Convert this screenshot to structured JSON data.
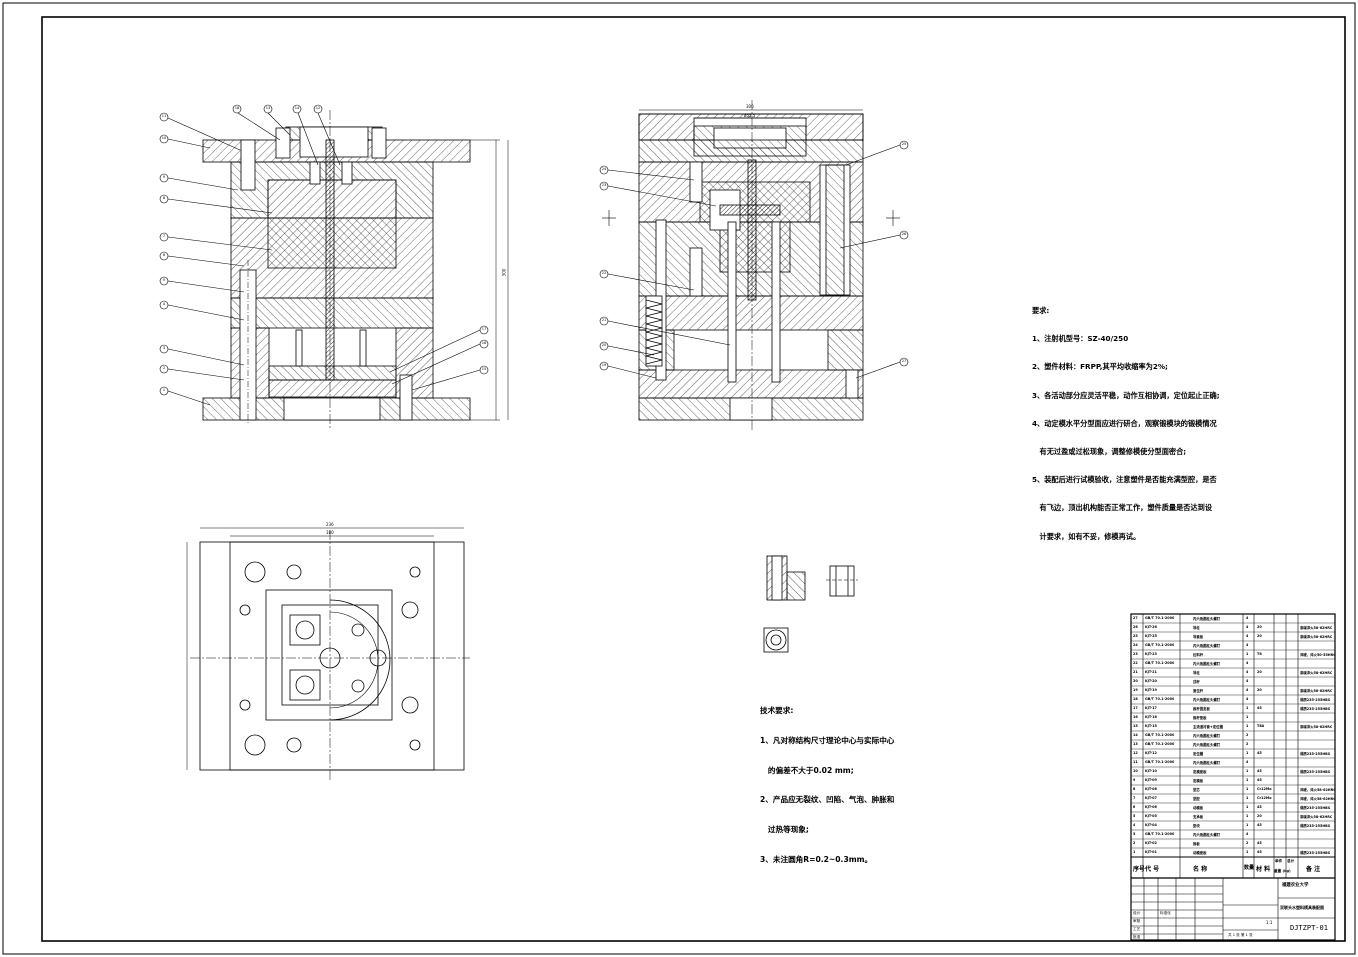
{
  "drawing": {
    "requirements_title": "要求:",
    "requirements": [
      "1、注射机型号：SZ-40/250",
      "2、塑件材料：FRPP,其平均收缩率为2%;",
      "3、各活动部分应灵活平稳，动作互相协调，定位起止正确;",
      "4、动定模水平分型面应进行研合，观察锻模块的锻模情况",
      "   有无过盈或过松现象，调整修模使分型面密合;",
      "5、装配后进行试模验收，注意塑件是否能充满型腔，是否",
      "   有飞边，顶出机构能否正常工作，塑件质量是否达到设",
      "   计要求，如有不妥，修模再试。"
    ],
    "tech_title": "技术要求:",
    "tech": [
      "1、凡对称结构尺寸理论中心与实际中心",
      "   的偏差不大于0.02 mm;",
      "2、产品应无裂纹、凹陷、气泡、肿胀和",
      "   过热等现象;",
      "3、未注圆角R=0.2~0.3mm。"
    ],
    "left_view_callouts": [
      "1",
      "2",
      "3",
      "4",
      "5",
      "6",
      "7",
      "8",
      "9",
      "10",
      "11",
      "12",
      "13",
      "14",
      "15",
      "16",
      "17",
      "18"
    ],
    "right_view_callouts": [
      "19",
      "20",
      "21",
      "22",
      "23",
      "24",
      "25",
      "26",
      "27"
    ],
    "dimension_top_right": "300",
    "dimension_sub_right": "ø55.5",
    "dimension_bottom_w": "236",
    "dimension_bottom_w2": "180"
  },
  "bom": {
    "rows": [
      {
        "no": "27",
        "code": "GB/T 70.1-2000",
        "name": "内六角圆柱头螺钉",
        "qty": "4",
        "mat": "",
        "note": ""
      },
      {
        "no": "26",
        "code": "KJT-26",
        "name": "导柱",
        "qty": "4",
        "mat": "20",
        "note": "渗碳淬火58-62HRC"
      },
      {
        "no": "25",
        "code": "KJT-25",
        "name": "导套板",
        "qty": "4",
        "mat": "20",
        "note": "渗碳淬火58-62HRC"
      },
      {
        "no": "24",
        "code": "GB/T 70.1-2000",
        "name": "内六角圆柱头螺钉",
        "qty": "4",
        "mat": "",
        "note": ""
      },
      {
        "no": "23",
        "code": "KJT-23",
        "name": "拉料杆",
        "qty": "1",
        "mat": "T8",
        "note": "淬硬，淬火50-55HRC"
      },
      {
        "no": "22",
        "code": "GB/T 70.1-2000",
        "name": "内六角圆柱头螺钉",
        "qty": "4",
        "mat": "",
        "note": ""
      },
      {
        "no": "21",
        "code": "KJT-21",
        "name": "导柱",
        "qty": "4",
        "mat": "20",
        "note": "渗碳淬火58-62HRC"
      },
      {
        "no": "20",
        "code": "KJT-20",
        "name": "顶杆",
        "qty": "4",
        "mat": "",
        "note": ""
      },
      {
        "no": "19",
        "code": "KJT-19",
        "name": "复位杆",
        "qty": "4",
        "mat": "20",
        "note": "渗碳淬火58-62HRC"
      },
      {
        "no": "18",
        "code": "GB/T 70.1-2000",
        "name": "内六角圆柱头螺钉",
        "qty": "4",
        "mat": "",
        "note": "调质235-255HBS"
      },
      {
        "no": "17",
        "code": "KJT-17",
        "name": "推杆固定板",
        "qty": "1",
        "mat": "45",
        "note": "调质235-255HBS"
      },
      {
        "no": "16",
        "code": "KJT-16",
        "name": "推杆垫板",
        "qty": "1",
        "mat": "",
        "note": ""
      },
      {
        "no": "15",
        "code": "KJT-15",
        "name": "主流道衬套+定位圈",
        "qty": "1",
        "mat": "T8A",
        "note": "渗碳淬火58-62HRC"
      },
      {
        "no": "14",
        "code": "GB/T 70.1-2000",
        "name": "内六角圆柱头螺钉",
        "qty": "2",
        "mat": "",
        "note": ""
      },
      {
        "no": "13",
        "code": "GB/T 70.1-2000",
        "name": "内六角圆柱头螺钉",
        "qty": "2",
        "mat": "",
        "note": ""
      },
      {
        "no": "12",
        "code": "KJT-12",
        "name": "定位圈",
        "qty": "1",
        "mat": "45",
        "note": "调质235-255HBS"
      },
      {
        "no": "11",
        "code": "GB/T 70.1-2000",
        "name": "内六角圆柱头螺钉",
        "qty": "4",
        "mat": "",
        "note": ""
      },
      {
        "no": "10",
        "code": "KJT-10",
        "name": "定模座板",
        "qty": "1",
        "mat": "45",
        "note": "调质235-255HBS"
      },
      {
        "no": "9",
        "code": "KJT-09",
        "name": "定模板",
        "qty": "1",
        "mat": "45",
        "note": ""
      },
      {
        "no": "8",
        "code": "KJT-08",
        "name": "型芯",
        "qty": "1",
        "mat": "Cr12Mo",
        "note": "淬硬，淬火58-62HRC"
      },
      {
        "no": "7",
        "code": "KJT-07",
        "name": "型腔",
        "qty": "1",
        "mat": "Cr12Mo",
        "note": "淬硬，淬火58-62HRC"
      },
      {
        "no": "6",
        "code": "KJT-06",
        "name": "动模板",
        "qty": "1",
        "mat": "45",
        "note": "调质235-255HBS"
      },
      {
        "no": "5",
        "code": "KJT-05",
        "name": "支承板",
        "qty": "1",
        "mat": "20",
        "note": "渗碳淬火58-62HRC"
      },
      {
        "no": "4",
        "code": "KJT-04",
        "name": "垫块",
        "qty": "1",
        "mat": "45",
        "note": "调质235-255HBS"
      },
      {
        "no": "3",
        "code": "GB/T 70.1-2000",
        "name": "内六角圆柱头螺钉",
        "qty": "4",
        "mat": "",
        "note": ""
      },
      {
        "no": "2",
        "code": "KJT-02",
        "name": "推板",
        "qty": "2",
        "mat": "45",
        "note": ""
      },
      {
        "no": "1",
        "code": "KJT-01",
        "name": "动模座板",
        "qty": "1",
        "mat": "45",
        "note": "调质235-255HBS"
      }
    ],
    "header": {
      "no": "序号",
      "code": "代  号",
      "name": "名    称",
      "qty": "数量",
      "mat": "材 料",
      "unit": "单件",
      "total": "总计",
      "weight": "重量 (kg)",
      "note": "备  注"
    }
  },
  "title_block": {
    "school": "福建农业大学",
    "title": "双联头水塑料模具装配图",
    "drawing_no": "DJTZPT-01",
    "scale": "1:1",
    "sheet": "共 1 张 第 1 张",
    "design": "设计",
    "check": "审核",
    "process": "工艺",
    "approve": "批准",
    "standard": "标准化"
  }
}
